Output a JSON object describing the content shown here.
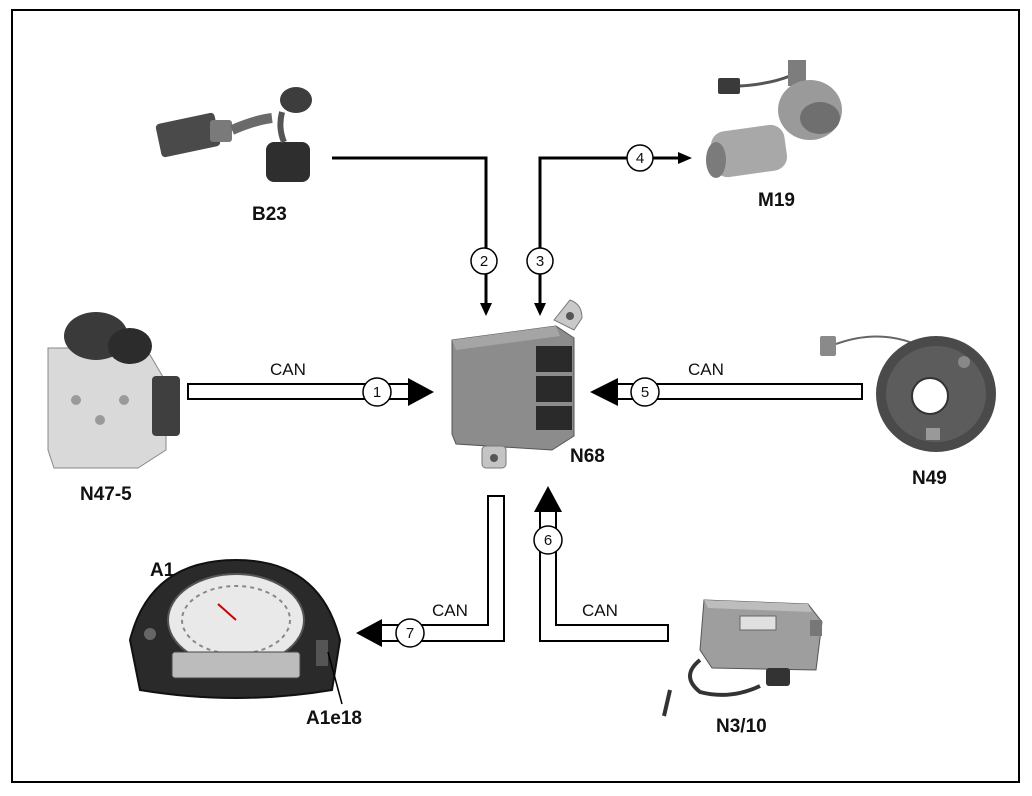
{
  "components": {
    "B23": "B23",
    "M19": "M19",
    "N47_5": "N47-5",
    "N68": "N68",
    "N49": "N49",
    "A1": "A1",
    "A1e18": "A1e18",
    "N3_10": "N3/10"
  },
  "connections": [
    {
      "number": "1",
      "from": "N47-5",
      "to": "N68",
      "bus": "CAN"
    },
    {
      "number": "2",
      "from": "B23",
      "to": "N68",
      "bus": ""
    },
    {
      "number": "3",
      "from": "N68",
      "to": "M19",
      "bus": ""
    },
    {
      "number": "4",
      "from": "N68",
      "to": "M19",
      "bus": ""
    },
    {
      "number": "5",
      "from": "N49",
      "to": "N68",
      "bus": "CAN"
    },
    {
      "number": "6",
      "from": "N3/10",
      "to": "N68",
      "bus": "CAN"
    },
    {
      "number": "7",
      "from": "N68",
      "to": "A1",
      "bus": "CAN"
    }
  ],
  "bus_label": "CAN"
}
